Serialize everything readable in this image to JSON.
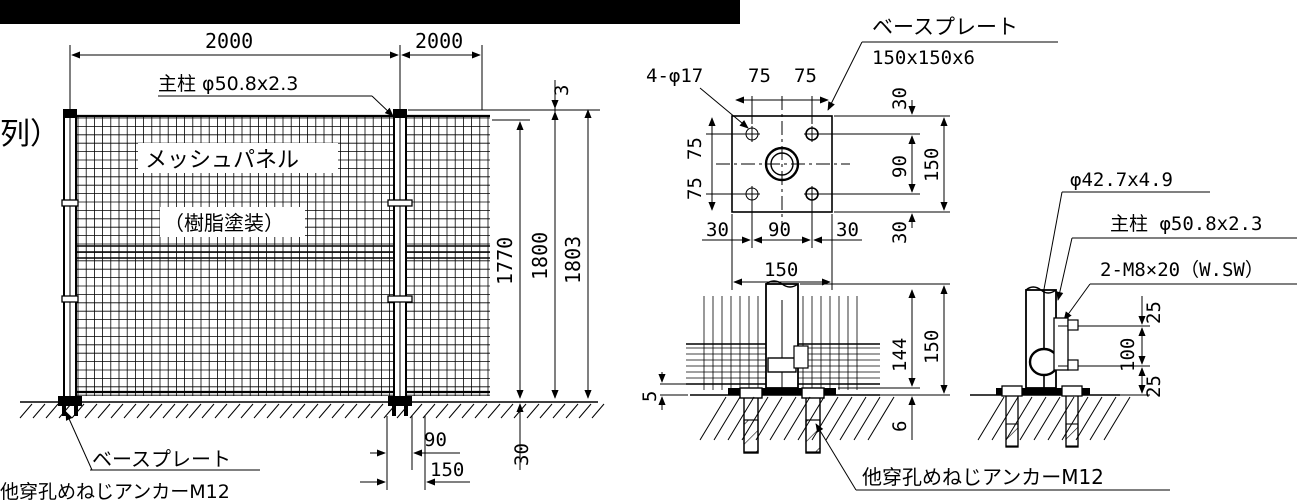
{
  "colors": {
    "ink": "#000000",
    "paper": "#ffffff",
    "title_bar": "#000000"
  },
  "front_view": {
    "title_fragment": "列）",
    "width_main": "2000",
    "width_next": "2000",
    "post_label": "主柱 φ50.8x2.3",
    "panel_label": "メッシュパネル",
    "panel_finish": "（樹脂塗装）",
    "dim_top_gap": "3",
    "dim_panel_h": "1770",
    "dim_post_h": "1800",
    "dim_total_h": "1803",
    "dim_bottom": "30",
    "base_plate_label": "ベースプレート",
    "anchor_label": "他穿孔めねじアンカーM12",
    "dim_90": "90",
    "dim_150": "150"
  },
  "plate_view": {
    "title": "ベースプレート",
    "size": "150x150x6",
    "holes": "4-φ17",
    "dim_75a": "75",
    "dim_75b": "75",
    "dim_75c": "75",
    "dim_75d": "75",
    "dim_30_top": "30",
    "dim_90_v": "90",
    "dim_150_v": "150",
    "dim_30_bot": "30",
    "dim_30_left": "30",
    "dim_90_h": "90",
    "dim_30_right": "30",
    "dim_150_h": "150"
  },
  "section_view": {
    "dim_5": "5",
    "dim_144": "144",
    "dim_150": "150",
    "dim_6": "6",
    "anchor_label": "他穿孔めねじアンカーM12"
  },
  "side_view": {
    "tube": "φ42.7x4.9",
    "post": "主柱 φ50.8x2.3",
    "bolts": "2-M8×20（W.SW）",
    "dim_25_top": "25",
    "dim_100": "100",
    "dim_25_bot": "25"
  }
}
